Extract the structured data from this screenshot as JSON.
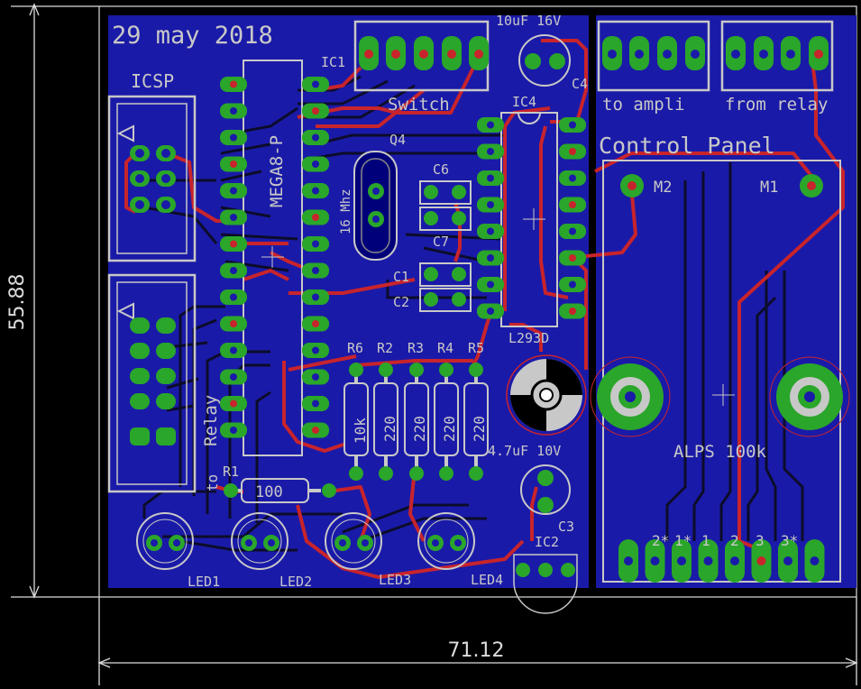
{
  "dimensions": {
    "width_label": "71.12",
    "height_label": "55.88"
  },
  "board": {
    "date_text": "29 may 2018",
    "colors": {
      "board": "#1a1aa8",
      "board_dark": "#00007a",
      "trace_top": "#c8242c",
      "trace_bottom": "#0c0c2a",
      "pad": "#2aa62a",
      "silk": "#c8c8c8",
      "background": "#000000"
    }
  },
  "labels": {
    "icsp": "ICSP",
    "relay": "Relay",
    "to": "to",
    "switch": "Switch",
    "ic1": "IC1",
    "mega": "MEGA8-P",
    "q4": "Q4",
    "crystal": "16 Mhz",
    "c6": "C6",
    "c7": "C7",
    "c1": "C1",
    "c2": "C2",
    "ic4": "IC4",
    "l293": "L293D",
    "c4": "C4",
    "cap16": "10uF 16V",
    "to_ampli": "to ampli",
    "from_relay": "from relay",
    "control_panel": "Control Panel",
    "m2": "M2",
    "m1": "M1",
    "r6": "R6",
    "r2": "R2",
    "r3": "R3",
    "r4": "R4",
    "r5": "R5",
    "r6_val": "10k",
    "r2_val": "220",
    "r3_val": "220",
    "r4_val": "220",
    "r5_val": "220",
    "r1": "R1",
    "r1_val": "100",
    "cap10": "4.7uF 10V",
    "c3": "C3",
    "ic2": "IC2",
    "alps": "ALPS 100k",
    "led1": "LED1",
    "led2": "LED2",
    "led3": "LED3",
    "led4": "LED4",
    "pin_2s": "2*",
    "pin_1s": "1*",
    "pin_1": "1",
    "pin_2": "2",
    "pin_3": "3",
    "pin_3s": "3*"
  }
}
